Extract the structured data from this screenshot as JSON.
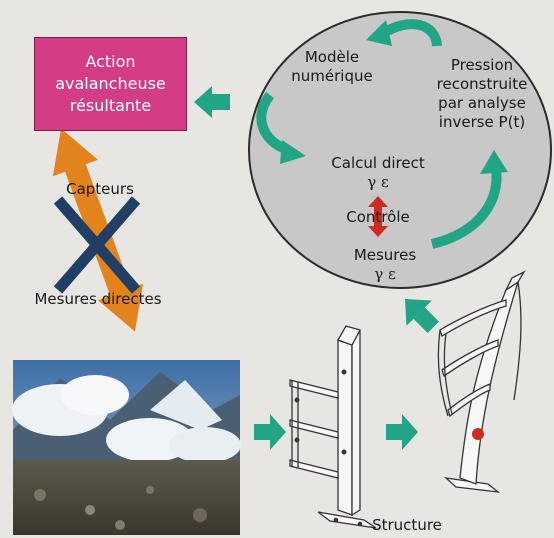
{
  "action_box": {
    "lines": [
      "Action",
      "avalancheuse",
      "résultante"
    ]
  },
  "cycle": {
    "model": [
      "Modèle",
      "numérique"
    ],
    "pressure": [
      "Pression",
      "reconstruite",
      "par analyse",
      "inverse P(t)"
    ],
    "direct_calc": "Calcul direct",
    "control": "Contrôle",
    "measures": "Mesures",
    "greek": "γ ε"
  },
  "left": {
    "sensors": "Capteurs",
    "direct_measures": "Mesures directes"
  },
  "structure_label": "Structure",
  "colors": {
    "bg": "#e7e6e3",
    "green": "#22a487",
    "pink": "#d43c86",
    "orange": "#e2831d",
    "red": "#cc2b22",
    "navy": "#213f65"
  }
}
